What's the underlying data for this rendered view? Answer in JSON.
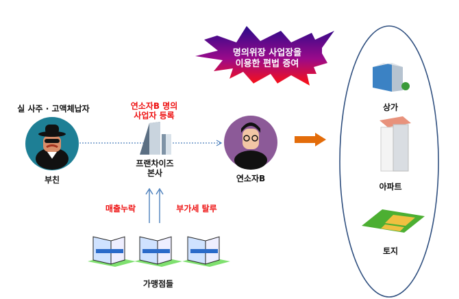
{
  "burst": {
    "line1": "명의위장 사업장을",
    "line2": "이용한 편법 증여"
  },
  "father": {
    "caption": "실 사주 · 고액체납자",
    "name": "부친",
    "icon": "man-with-hat-sunglasses-icon"
  },
  "hq": {
    "note_line1": "연소자B 명의",
    "note_line2": "사업자 등록",
    "name_line1": "프랜차이즈",
    "name_line2": "본사",
    "icon": "office-tower-icon"
  },
  "minor": {
    "name": "연소자B",
    "icon": "young-man-glasses-icon"
  },
  "assets": [
    {
      "name": "상가",
      "icon": "commercial-building-icon"
    },
    {
      "name": "아파트",
      "icon": "apartment-icon"
    },
    {
      "name": "토지",
      "icon": "land-icon"
    }
  ],
  "franchise": {
    "left_note": "매출누락",
    "right_note": "부가세 탈루",
    "name": "가맹점들",
    "store_icon": "store-icon"
  },
  "colors": {
    "accent_red": "#ee1111",
    "arrow_orange": "#e36c0a",
    "flow_blue": "#4a7ebb",
    "ellipse": "#2f4f7f"
  }
}
